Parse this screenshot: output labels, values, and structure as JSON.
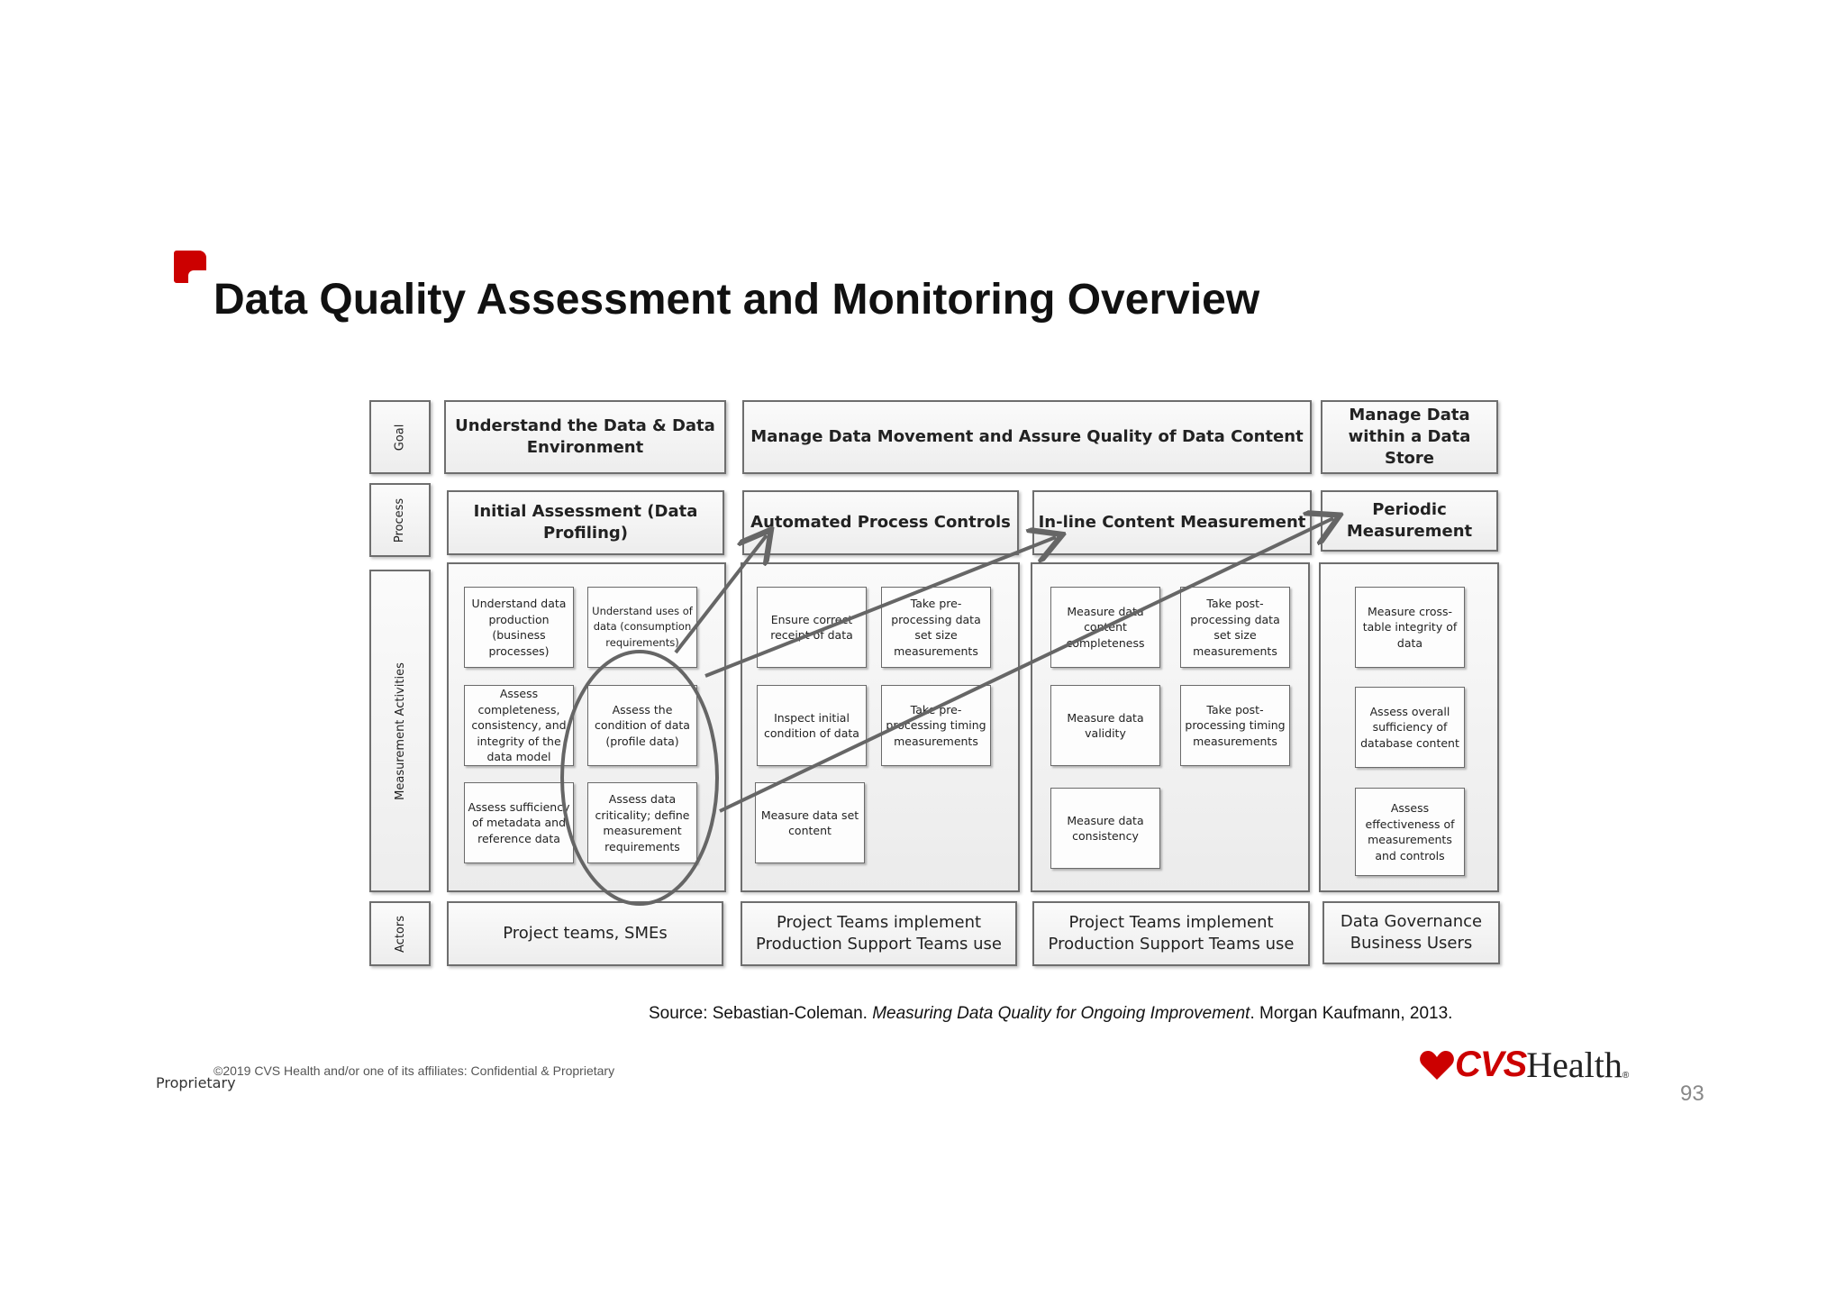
{
  "title": "Data Quality Assessment and Monitoring Overview",
  "diagram": {
    "row_labels": {
      "goal": "Goal",
      "process": "Process",
      "activities": "Measurement Activities",
      "actors": "Actors"
    },
    "goals": [
      "Understand the Data & Data Environment",
      "Manage Data Movement and Assure Quality of Data Content",
      "Manage Data within a Data Store"
    ],
    "processes": [
      "Initial Assessment (Data Profiling)",
      "Automated Process Controls",
      "In-line Content Measurement",
      "Periodic Measurement"
    ],
    "activities": {
      "initial": [
        "Understand data production (business processes)",
        "Understand uses of data (consumption requirements)",
        "Assess completeness, consistency, and integrity of the data model",
        "Assess the condition of data (profile data)",
        "Assess sufficiency of metadata  and reference data",
        "Assess data criticality; define measurement requirements"
      ],
      "automated": [
        "Ensure correct receipt of data",
        "Take pre-processing data set size measurements",
        "Inspect initial condition of data",
        "Take pre-processing timing measurements",
        "Measure data set content"
      ],
      "inline": [
        "Measure data content completeness",
        "Take post-processing data set size measurements",
        "Measure data validity",
        "Take post-processing timing measurements",
        "Measure data consistency"
      ],
      "periodic": [
        "Measure cross-table integrity of data",
        "Assess overall sufficiency of database content",
        "Assess effectiveness of measurements and controls"
      ]
    },
    "actors": [
      "Project teams, SMEs",
      "Project Teams implement Production Support Teams use",
      "Project Teams implement Production Support Teams use",
      "Data Governance Business Users"
    ]
  },
  "source": {
    "prefix": "Source: Sebastian-Coleman. ",
    "italic": "Measuring Data Quality for Ongoing Improvement",
    "suffix": ". Morgan Kaufmann, 2013."
  },
  "footer": {
    "copyright": "©2019 CVS Health and/or one of its affiliates: Confidential & Proprietary",
    "proprietary": "Proprietary",
    "page_number": "93"
  },
  "logo": {
    "text_red": "CVS",
    "text_dark": "Health",
    "reg": "®",
    "heart_color": "#cc0000"
  },
  "colors": {
    "accent": "#cc0000",
    "box_border": "#6e6e6e",
    "arrow": "#666666"
  }
}
